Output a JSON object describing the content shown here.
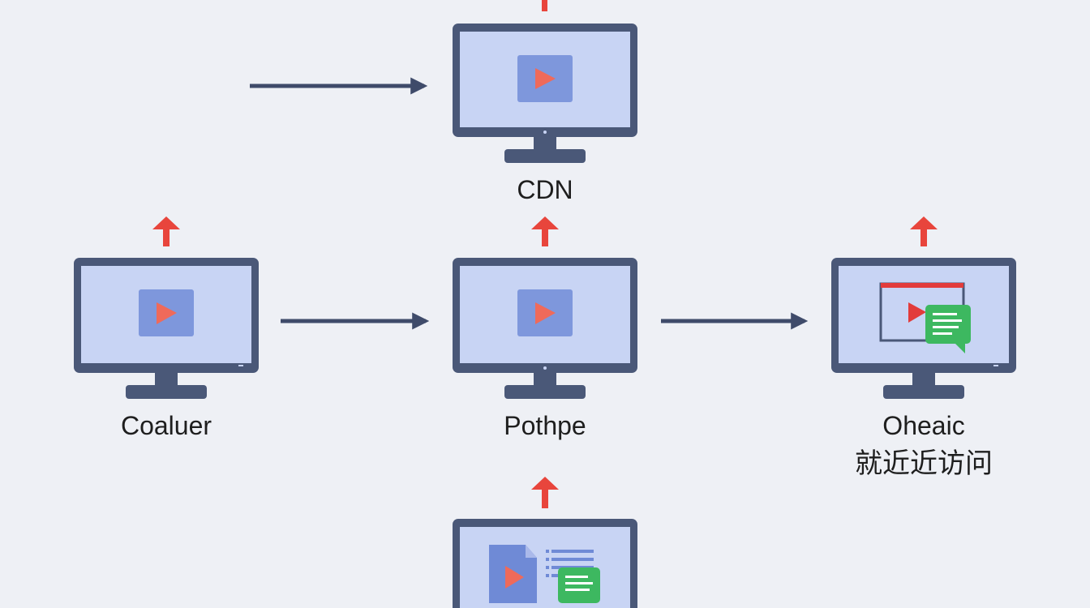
{
  "nodes": {
    "cdn": {
      "label": "CDN"
    },
    "left": {
      "label": "Coaluer"
    },
    "center": {
      "label": "Pothpe"
    },
    "right": {
      "label": "Oheaic",
      "sublabel": "就近近访问"
    }
  },
  "colors": {
    "background": "#eef0f5",
    "monitor_frame": "#4a5878",
    "monitor_screen": "#c8d4f4",
    "play_tile": "#7e97dc",
    "play_triangle": "#ef6a5a",
    "arrow": "#3f4b6a",
    "up_arrow": "#e8453c",
    "chat_green": "#3db860",
    "browser_red": "#e23b3b"
  },
  "icons": {
    "monitor": "monitor-icon",
    "play": "play-icon",
    "chat": "chat-icon",
    "document": "document-icon",
    "up_arrow": "up-arrow-icon"
  }
}
